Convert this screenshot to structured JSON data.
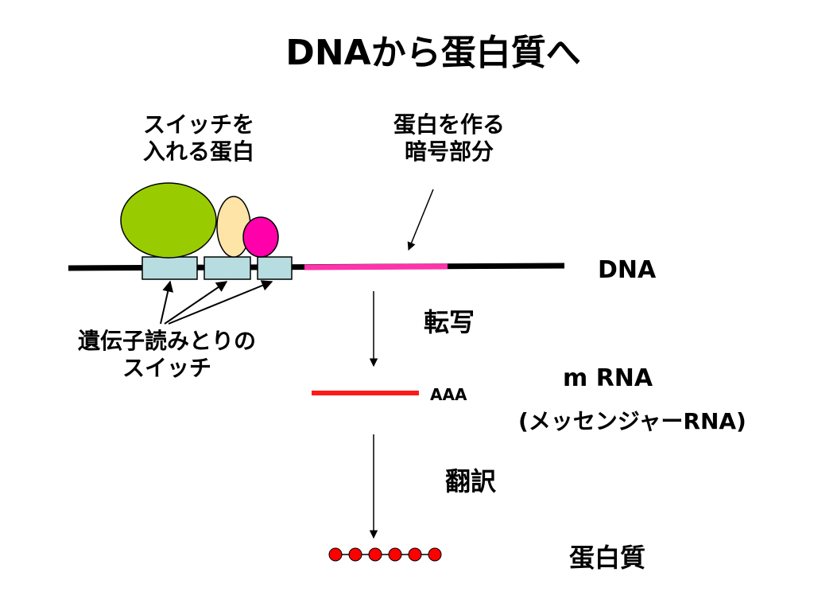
{
  "title": "DNAから蛋白質へ",
  "labels": {
    "switch_protein_line1": "スイッチを",
    "switch_protein_line2": "入れる蛋白",
    "coding_line1": "蛋白を作る",
    "coding_line2": "暗号部分",
    "dna": "DNA",
    "transcription": "転写",
    "switch_line1": "遺伝子読みとりの",
    "switch_line2": "スイッチ",
    "polya": "AAA",
    "mrna": "m RNA",
    "mrna_full": "(メッセンジャーRNA)",
    "translation": "翻訳",
    "protein": "蛋白質"
  },
  "colors": {
    "dna_strand": "#000000",
    "coding_region": "#ff33aa",
    "switch_box": "#b7dde0",
    "protein_large": "#99cc00",
    "protein_medium": "#ffe4a8",
    "protein_small": "#ff00aa",
    "mrna": "#ff1a1a",
    "amino_acid": "#ff0000"
  }
}
